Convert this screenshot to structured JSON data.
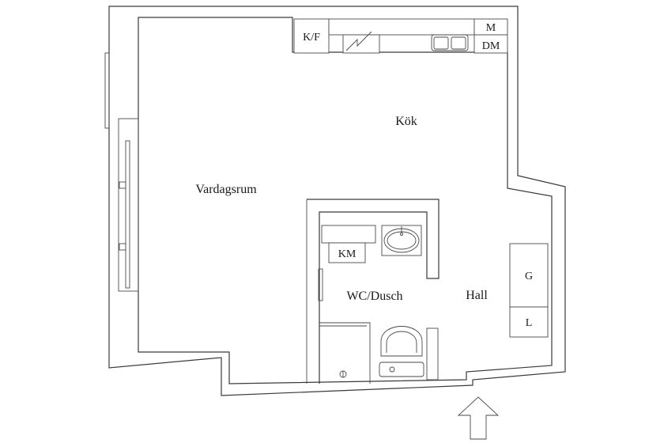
{
  "rooms": {
    "living": "Vardagsrum",
    "kitchen": "Kök",
    "bath": "WC/Dusch",
    "hall": "Hall"
  },
  "appliances": {
    "fridge_freezer": "K/F",
    "microwave": "M",
    "dishwasher": "DM",
    "washer": "KM",
    "wardrobe_g": "G",
    "wardrobe_l": "L"
  }
}
